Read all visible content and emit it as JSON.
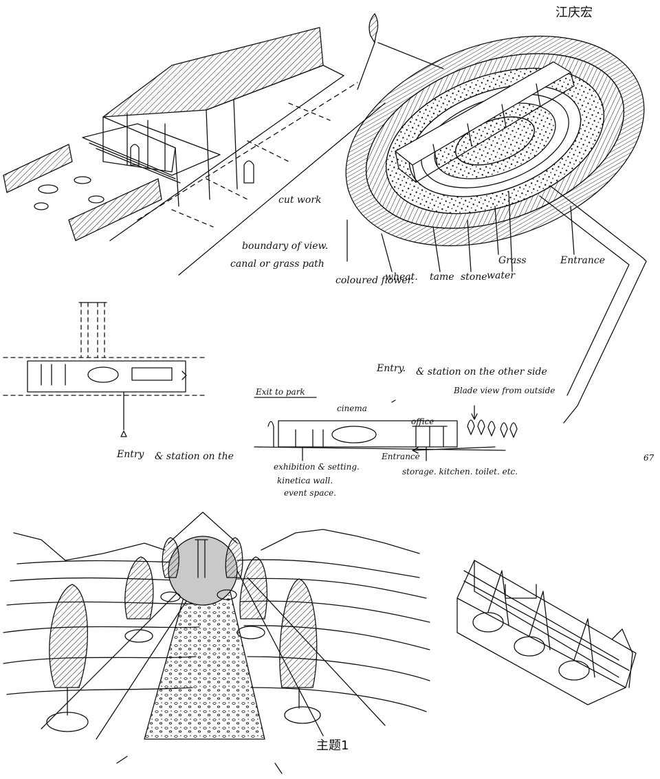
{
  "title_han": "江庆宏",
  "page_number": "67",
  "sketch_perspective": {
    "labels": [
      "cut work",
      "boundary of view.",
      "canal or grass path"
    ]
  },
  "sketch_oval": {
    "labels": [
      "coloured flower.",
      "wheat.",
      "tame",
      "stone",
      "Grass",
      "water",
      "Entrance"
    ]
  },
  "sketch_plan": {
    "label": "Entry",
    "label_suffix": "& station on the"
  },
  "sketch_section": {
    "header_entry": "Entry.",
    "header_note": "& station on the other side",
    "labels": [
      "Exit to park",
      "cinema",
      "office",
      "Blade view from outside",
      "Entrance",
      "exhibition & setting.",
      "kinetica wall.",
      "event space.",
      "storage. kitchen. toilet. etc."
    ]
  },
  "sketch_bottom": {
    "caption_han": "主题1"
  },
  "colors": {
    "ink": "#111111",
    "paper": "#ffffff"
  }
}
